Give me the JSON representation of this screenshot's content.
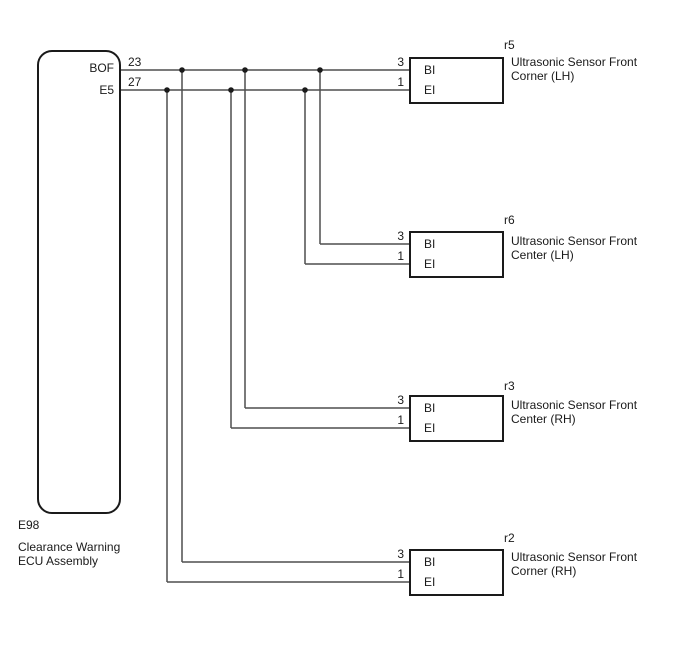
{
  "diagram": {
    "ecu": {
      "id": "E98",
      "name_line1": "Clearance Warning",
      "name_line2": "ECU Assembly",
      "pins": [
        {
          "number": "23",
          "terminal": "BOF"
        },
        {
          "number": "27",
          "terminal": "E5"
        }
      ]
    },
    "sensors": [
      {
        "ref": "r5",
        "name_line1": "Ultrasonic Sensor Front",
        "name_line2": "Corner (LH)",
        "pins": [
          {
            "number": "3",
            "terminal": "BI"
          },
          {
            "number": "1",
            "terminal": "EI"
          }
        ]
      },
      {
        "ref": "r6",
        "name_line1": "Ultrasonic Sensor Front",
        "name_line2": "Center (LH)",
        "pins": [
          {
            "number": "3",
            "terminal": "BI"
          },
          {
            "number": "1",
            "terminal": "EI"
          }
        ]
      },
      {
        "ref": "r3",
        "name_line1": "Ultrasonic Sensor Front",
        "name_line2": "Center (RH)",
        "pins": [
          {
            "number": "3",
            "terminal": "BI"
          },
          {
            "number": "1",
            "terminal": "EI"
          }
        ]
      },
      {
        "ref": "r2",
        "name_line1": "Ultrasonic Sensor Front",
        "name_line2": "Corner (RH)",
        "pins": [
          {
            "number": "3",
            "terminal": "BI"
          },
          {
            "number": "1",
            "terminal": "EI"
          }
        ]
      }
    ],
    "nets": [
      {
        "from": "E98 terminal BOF (pin 23)",
        "to": "terminal BI (pin 3) of r5, r6, r3, r2"
      },
      {
        "from": "E98 terminal E5 (pin 27)",
        "to": "terminal EI (pin 1) of r5, r6, r3, r2"
      }
    ],
    "colors": {
      "wire": "#4f4f4f",
      "outline": "#1a1a1a",
      "text": "#1a1a1a",
      "background": "#ffffff"
    }
  }
}
